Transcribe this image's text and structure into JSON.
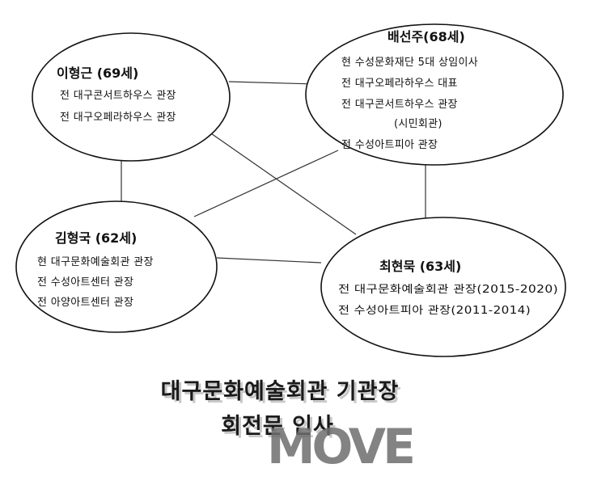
{
  "people": [
    {
      "id": "lee",
      "name": "이형근 (69세)",
      "roles": [
        "전 대구콘서트하우스  관장",
        "전 대구오페라하우스   관장"
      ]
    },
    {
      "id": "bae",
      "name": "배선주(68세)",
      "roles": [
        "현 수성문화재단 5대 상임이사",
        "전 대구오페라하우스 대표",
        "전 대구콘서트하우스 관장",
        "(시민회관)",
        "전 수성아트피아 관장"
      ]
    },
    {
      "id": "kim",
      "name": "김형국 (62세)",
      "roles": [
        "현 대구문화예술회관 관장",
        "전 수성아트센터 관장",
        "전 아양아트센터 관장"
      ]
    },
    {
      "id": "choi",
      "name": "최현묵 (63세)",
      "roles": [
        "전 대구문화예술회관 관장(2015-2020)",
        "전 수성아트피아 관장(2011-2014)"
      ]
    }
  ],
  "title": {
    "line1": "대구문화예술회관 기관장",
    "line2": "회전문 인사"
  },
  "logo_text": "MOVE"
}
